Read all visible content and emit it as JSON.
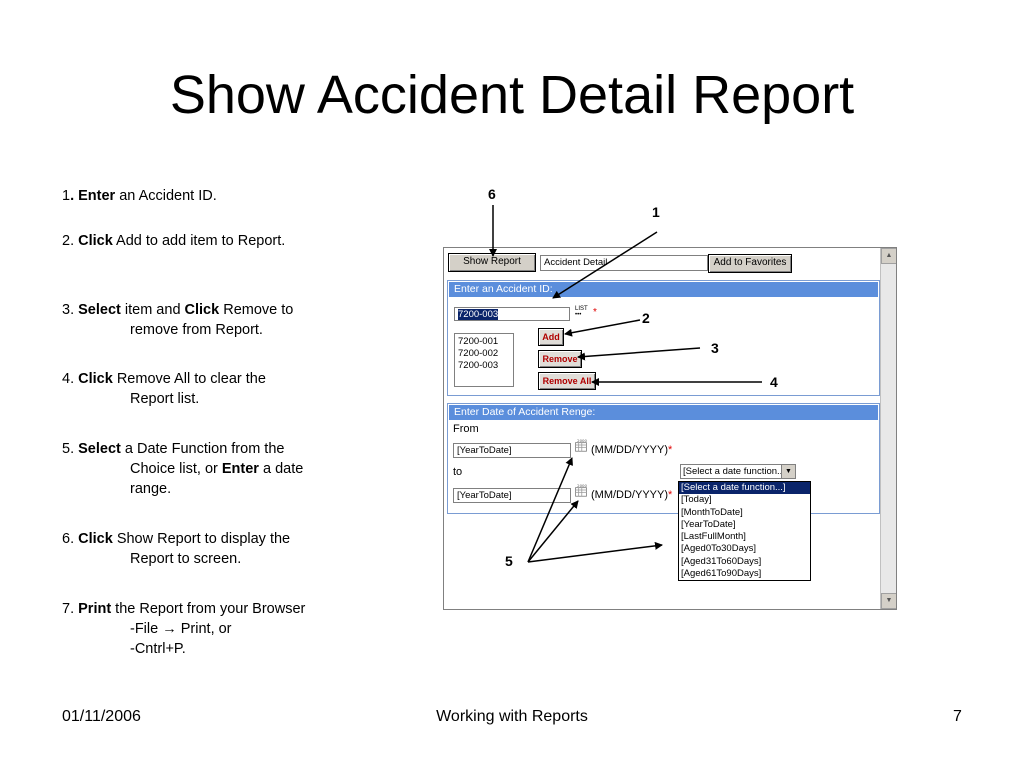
{
  "title": "Show Accident Detail Report",
  "steps": [
    {
      "num": "1",
      "bold": ". Enter",
      "rest": " an Accident ID.",
      "cont": ""
    },
    {
      "num": "2. ",
      "bold": "Click",
      "rest": " Add to add item to Report.",
      "cont": ""
    },
    {
      "num": "3. ",
      "bold": "Select",
      "rest": " item and ",
      "bold2": "Click",
      "rest2": " Remove to",
      "cont": "remove from Report."
    },
    {
      "num": "4. ",
      "bold": "Click",
      "rest": " Remove All to clear the",
      "cont": "Report list."
    },
    {
      "num": "5. ",
      "bold": "Select",
      "rest": " a Date Function from the",
      "cont": "Choice list, or ",
      "cont_bold": "Enter",
      "cont_rest": " a date",
      "cont2": "range."
    },
    {
      "num": "6. ",
      "bold": "Click",
      "rest": " Show Report to display the",
      "cont": "Report to screen."
    },
    {
      "num": "7. ",
      "bold": "Print",
      "rest": " the Report from your Browser",
      "cont": "-File → Print, or",
      "cont2": "-Cntrl+P."
    }
  ],
  "footer": {
    "date": "01/11/2006",
    "center": "Working with Reports",
    "page": "7"
  },
  "screenshot": {
    "show_report_label": "Show Report",
    "report_name_value": "Accident Detail",
    "add_favorites_label": "Add to Favorites",
    "accident_section_title": "Enter an Accident ID:",
    "accident_id_value": "7200-003",
    "list_icon_label": "LIST",
    "required_mark": "*",
    "add_label": "Add",
    "remove_label": "Remove",
    "remove_all_label": "Remove All",
    "report_items": [
      "7200-001",
      "7200-002",
      "7200-003"
    ],
    "date_section_title": "Enter Date of Accident Renge:",
    "from_label": "From",
    "to_label": "to",
    "from_value": "[YearToDate]",
    "to_value": "[YearToDate]",
    "date_format": "(MM/DD/YYYY)",
    "calendar_year": "2000",
    "date_function_selected": "[Select a date function...]",
    "date_function_options": [
      "[Select a date function...]",
      "[Today]",
      "[MonthToDate]",
      "[YearToDate]",
      "[LastFullMonth]",
      "[Aged0To30Days]",
      "[Aged31To60Days]",
      "[Aged61To90Days]"
    ]
  },
  "callouts": [
    "1",
    "2",
    "3",
    "4",
    "5",
    "6"
  ],
  "colors": {
    "section_bar": "#5b8edc",
    "required": "#e00000",
    "button_text_red": "#b00000"
  }
}
